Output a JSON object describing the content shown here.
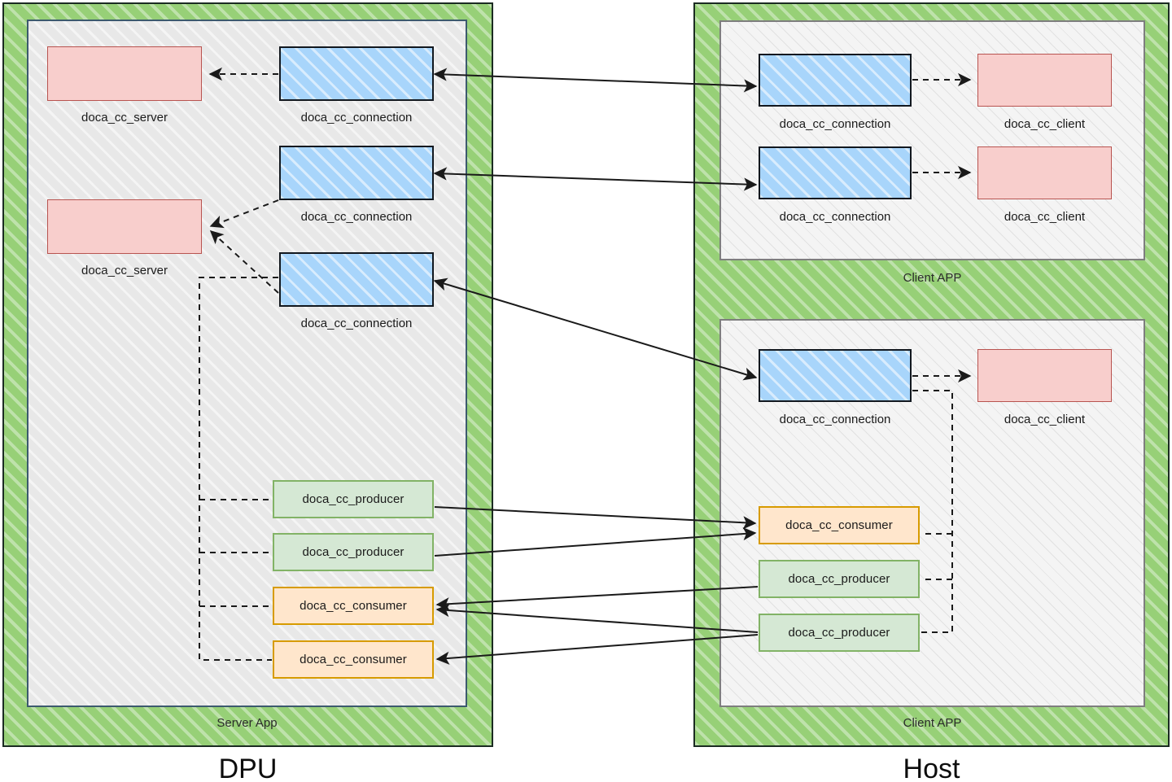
{
  "diagram": {
    "title_left": "DPU",
    "title_right": "Host",
    "panels": {
      "dpu_app_label": "Server App",
      "host_app_top_label": "Client APP",
      "host_app_bottom_label": "Client APP"
    },
    "colors": {
      "panel_green": "#97d077",
      "panel_green_border": "#1b2b22",
      "inner_grey": "#e8e8e8",
      "inner_grey_border": "#3c5a6e",
      "inner_lightgrey": "#f4f4f4",
      "inner_lightgrey_border": "#7e7e7e",
      "connection_blue": "#a8d5fb",
      "connection_blue_border": "#12181f",
      "server_client_pink": "#f8cecc",
      "server_client_pink_border": "#b85450",
      "producer_green": "#d5e8d4",
      "producer_green_border": "#82b366",
      "consumer_orange": "#ffe6cc",
      "consumer_orange_border": "#d79b00",
      "wire": "#1a1a1a"
    }
  },
  "dpu": {
    "nodes": {
      "server_1": "doca_cc_server",
      "server_2": "doca_cc_server",
      "connection_1": "doca_cc_connection",
      "connection_2": "doca_cc_connection",
      "connection_3": "doca_cc_connection",
      "producer_1": "doca_cc_producer",
      "producer_2": "doca_cc_producer",
      "consumer_1": "doca_cc_consumer",
      "consumer_2": "doca_cc_consumer"
    },
    "captions": {
      "server_1": "doca_cc_server",
      "server_2": "doca_cc_server",
      "connection_1": "doca_cc_connection",
      "connection_2": "doca_cc_connection",
      "connection_3": "doca_cc_connection"
    }
  },
  "host": {
    "app_top": {
      "nodes": {
        "connection_1": "doca_cc_connection",
        "connection_2": "doca_cc_connection",
        "client_1": "doca_cc_client",
        "client_2": "doca_cc_client"
      },
      "captions": {
        "connection_1": "doca_cc_connection",
        "connection_2": "doca_cc_connection",
        "client_1": "doca_cc_client",
        "client_2": "doca_cc_client"
      }
    },
    "app_bottom": {
      "nodes": {
        "connection_3": "doca_cc_connection",
        "client_3": "doca_cc_client",
        "consumer_1": "doca_cc_consumer",
        "producer_1": "doca_cc_producer",
        "producer_2": "doca_cc_producer"
      },
      "captions": {
        "connection_3": "doca_cc_connection",
        "client_3": "doca_cc_client"
      }
    }
  }
}
